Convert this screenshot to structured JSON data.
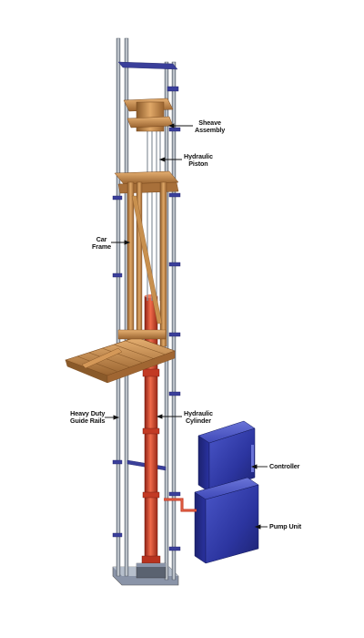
{
  "labels": {
    "sheave_assembly": [
      "Sheave",
      "Assembly"
    ],
    "hydraulic_piston": [
      "Hydraulic",
      "Piston"
    ],
    "car_frame": [
      "Car",
      "Frame"
    ],
    "guide_rails": [
      "Heavy Duty",
      "Guide Rails"
    ],
    "hydraulic_cylinder": [
      "Hydraulic",
      "Cylinder"
    ],
    "controller": "Controller",
    "pump_unit": "Pump Unit"
  },
  "colors": {
    "frame_wood": "#c48a4c",
    "frame_shadow": "#8a5a2a",
    "cylinder_red": "#d8432a",
    "cylinder_shadow": "#8e2216",
    "rail_grey": "#9aa3ad",
    "bracket_blue": "#3a3f9a",
    "unit_blue": "#3540b0",
    "unit_dark": "#1c2270",
    "leader": "#111111"
  }
}
